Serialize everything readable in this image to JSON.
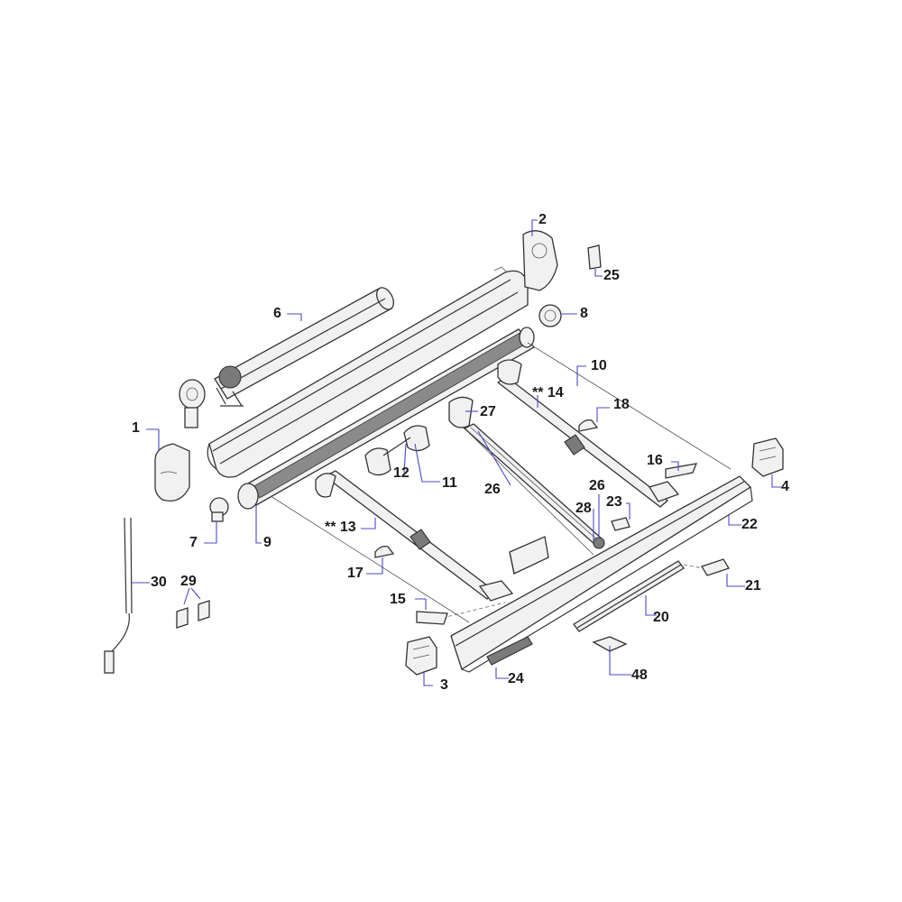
{
  "callouts": {
    "c1": "1",
    "c2": "2",
    "c3": "3",
    "c4": "4",
    "c6": "6",
    "c7": "7",
    "c8": "8",
    "c9": "9",
    "c10": "10",
    "c11": "11",
    "c12": "12",
    "c13": "** 13",
    "c14": "** 14",
    "c15": "15",
    "c16": "16",
    "c17": "17",
    "c18": "18",
    "c20": "20",
    "c21": "21",
    "c22": "22",
    "c23": "23",
    "c24": "24",
    "c25": "25",
    "c26a": "26",
    "c26b": "26",
    "c27": "27",
    "c28": "28",
    "c29": "29",
    "c30": "30",
    "c48": "48"
  },
  "colors": {
    "line": "#333333",
    "leader": "#4b48c9",
    "fabric": "#8a8a8a",
    "part_fill": "#f1f1f1"
  }
}
